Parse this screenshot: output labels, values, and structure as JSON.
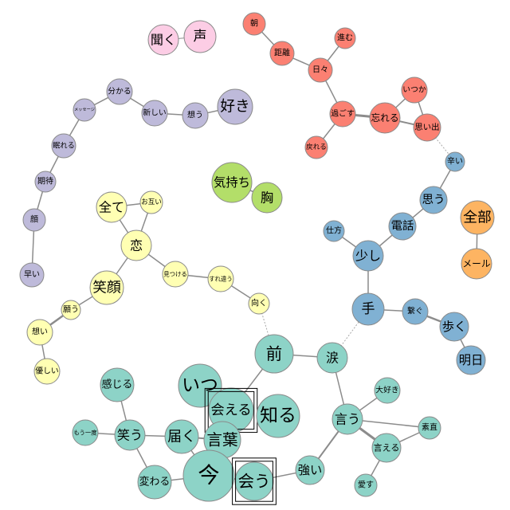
{
  "colors": {
    "teal": "#8dd3c7",
    "yellow": "#ffffb3",
    "lavender": "#bebada",
    "salmon": "#fb8072",
    "blue": "#80b1d3",
    "orange": "#fdb462",
    "green": "#b3de69",
    "pink": "#fccde5"
  },
  "nodes": [
    {
      "id": "kiku",
      "label": "聞く",
      "group": "pink"
    },
    {
      "id": "koe",
      "label": "声",
      "group": "pink"
    },
    {
      "id": "asa",
      "label": "朝",
      "group": "salmon"
    },
    {
      "id": "susumu",
      "label": "進む",
      "group": "salmon"
    },
    {
      "id": "kyori",
      "label": "距離",
      "group": "salmon"
    },
    {
      "id": "hibi",
      "label": "日々",
      "group": "salmon"
    },
    {
      "id": "itsuka",
      "label": "いつか",
      "group": "salmon"
    },
    {
      "id": "sugosu",
      "label": "過ごす",
      "group": "salmon"
    },
    {
      "id": "wasureru",
      "label": "忘れる",
      "group": "salmon"
    },
    {
      "id": "omoide",
      "label": "思い出",
      "group": "salmon"
    },
    {
      "id": "modoreru",
      "label": "戻れる",
      "group": "salmon"
    },
    {
      "id": "wakaru",
      "label": "分かる",
      "group": "lavender"
    },
    {
      "id": "message",
      "label": "メッセージ",
      "group": "lavender"
    },
    {
      "id": "atarashii",
      "label": "新しい",
      "group": "lavender"
    },
    {
      "id": "omou_l",
      "label": "想う",
      "group": "lavender"
    },
    {
      "id": "suki",
      "label": "好き",
      "group": "lavender"
    },
    {
      "id": "nemureru",
      "label": "眠れる",
      "group": "lavender"
    },
    {
      "id": "kitai",
      "label": "期待",
      "group": "lavender"
    },
    {
      "id": "kao",
      "label": "顔",
      "group": "lavender"
    },
    {
      "id": "hayai",
      "label": "早い",
      "group": "lavender"
    },
    {
      "id": "kimochi",
      "label": "気持ち",
      "group": "green"
    },
    {
      "id": "mune",
      "label": "胸",
      "group": "green"
    },
    {
      "id": "tsurai",
      "label": "辛い",
      "group": "blue"
    },
    {
      "id": "omou_b",
      "label": "思う",
      "group": "blue"
    },
    {
      "id": "denwa",
      "label": "電話",
      "group": "blue"
    },
    {
      "id": "shikata",
      "label": "仕方",
      "group": "blue"
    },
    {
      "id": "sukoshi",
      "label": "少し",
      "group": "blue"
    },
    {
      "id": "te",
      "label": "手",
      "group": "blue"
    },
    {
      "id": "tsunagu",
      "label": "繋ぐ",
      "group": "blue"
    },
    {
      "id": "aruku",
      "label": "歩く",
      "group": "blue"
    },
    {
      "id": "ashita",
      "label": "明日",
      "group": "blue"
    },
    {
      "id": "zenbu",
      "label": "全部",
      "group": "orange"
    },
    {
      "id": "mail",
      "label": "メール",
      "group": "orange"
    },
    {
      "id": "subete",
      "label": "全て",
      "group": "yellow"
    },
    {
      "id": "otagai",
      "label": "お互い",
      "group": "yellow"
    },
    {
      "id": "koi",
      "label": "恋",
      "group": "yellow"
    },
    {
      "id": "egao",
      "label": "笑顔",
      "group": "yellow"
    },
    {
      "id": "mitsukeru",
      "label": "見つける",
      "group": "yellow"
    },
    {
      "id": "surechigau",
      "label": "すれ違う",
      "group": "yellow"
    },
    {
      "id": "negau",
      "label": "願う",
      "group": "yellow"
    },
    {
      "id": "omoi",
      "label": "想い",
      "group": "yellow"
    },
    {
      "id": "muku",
      "label": "向く",
      "group": "yellow"
    },
    {
      "id": "yasashii",
      "label": "優しい",
      "group": "yellow"
    },
    {
      "id": "mae",
      "label": "前",
      "group": "teal"
    },
    {
      "id": "namida",
      "label": "涙",
      "group": "teal"
    },
    {
      "id": "itsu",
      "label": "いつ",
      "group": "teal"
    },
    {
      "id": "kanjiru",
      "label": "感じる",
      "group": "teal"
    },
    {
      "id": "daisuki",
      "label": "大好き",
      "group": "teal"
    },
    {
      "id": "aeru",
      "label": "会える",
      "group": "teal",
      "framed": true
    },
    {
      "id": "shiru",
      "label": "知る",
      "group": "teal"
    },
    {
      "id": "iu",
      "label": "言う",
      "group": "teal"
    },
    {
      "id": "sunao",
      "label": "素直",
      "group": "teal"
    },
    {
      "id": "moichido",
      "label": "もう一度",
      "group": "teal"
    },
    {
      "id": "warau",
      "label": "笑う",
      "group": "teal"
    },
    {
      "id": "todoku",
      "label": "届く",
      "group": "teal"
    },
    {
      "id": "kotoba",
      "label": "言葉",
      "group": "teal"
    },
    {
      "id": "ieru",
      "label": "言える",
      "group": "teal"
    },
    {
      "id": "ima",
      "label": "今",
      "group": "teal"
    },
    {
      "id": "tsuyoi",
      "label": "強い",
      "group": "teal"
    },
    {
      "id": "kawaru",
      "label": "変わる",
      "group": "teal"
    },
    {
      "id": "au",
      "label": "会う",
      "group": "teal",
      "framed": true
    },
    {
      "id": "aisu",
      "label": "愛す",
      "group": "teal"
    }
  ],
  "edges": [
    [
      "kiku",
      "koe",
      1,
      "solid"
    ],
    [
      "asa",
      "kyori",
      1.5,
      "solid"
    ],
    [
      "kyori",
      "hibi",
      1.5,
      "solid"
    ],
    [
      "hibi",
      "susumu",
      1.5,
      "solid"
    ],
    [
      "hibi",
      "sugosu",
      1.5,
      "solid"
    ],
    [
      "sugosu",
      "modoreru",
      1.5,
      "solid"
    ],
    [
      "sugosu",
      "wasureru",
      3,
      "solid"
    ],
    [
      "wasureru",
      "itsuka",
      1.5,
      "solid"
    ],
    [
      "wasureru",
      "omoide",
      2,
      "solid"
    ],
    [
      "itsuka",
      "omoide",
      1.5,
      "solid"
    ],
    [
      "wakaru",
      "message",
      1.5,
      "solid"
    ],
    [
      "wakaru",
      "atarashii",
      1.5,
      "solid"
    ],
    [
      "atarashii",
      "omou_l",
      1.5,
      "solid"
    ],
    [
      "omou_l",
      "suki",
      1.5,
      "solid"
    ],
    [
      "message",
      "nemureru",
      1.5,
      "solid"
    ],
    [
      "nemureru",
      "kitai",
      1.5,
      "solid"
    ],
    [
      "kitai",
      "kao",
      1.5,
      "solid"
    ],
    [
      "kao",
      "hayai",
      1.5,
      "solid"
    ],
    [
      "kimochi",
      "mune",
      1.5,
      "solid"
    ],
    [
      "omoide",
      "tsurai",
      1,
      "dotted"
    ],
    [
      "tsurai",
      "omou_b",
      1.5,
      "solid"
    ],
    [
      "omou_b",
      "denwa",
      1.5,
      "solid"
    ],
    [
      "denwa",
      "sukoshi",
      1.5,
      "solid"
    ],
    [
      "shikata",
      "sukoshi",
      1.5,
      "solid"
    ],
    [
      "sukoshi",
      "te",
      1.5,
      "solid"
    ],
    [
      "te",
      "tsunagu",
      1.5,
      "solid"
    ],
    [
      "tsunagu",
      "aruku",
      2.5,
      "solid"
    ],
    [
      "aruku",
      "ashita",
      1.5,
      "solid"
    ],
    [
      "zenbu",
      "mail",
      1.5,
      "solid"
    ],
    [
      "subete",
      "otagai",
      1.5,
      "solid"
    ],
    [
      "subete",
      "koi",
      1.5,
      "solid"
    ],
    [
      "otagai",
      "koi",
      1.5,
      "solid"
    ],
    [
      "koi",
      "egao",
      1.5,
      "solid"
    ],
    [
      "koi",
      "mitsukeru",
      1.5,
      "solid"
    ],
    [
      "mitsukeru",
      "surechigau",
      1.5,
      "solid"
    ],
    [
      "surechigau",
      "muku",
      1.5,
      "solid"
    ],
    [
      "egao",
      "negau",
      1.5,
      "solid"
    ],
    [
      "negau",
      "omoi",
      2.5,
      "solid"
    ],
    [
      "omoi",
      "yasashii",
      1.5,
      "solid"
    ],
    [
      "muku",
      "mae",
      1,
      "dotted"
    ],
    [
      "te",
      "namida",
      1,
      "dotted"
    ],
    [
      "mae",
      "namida",
      1.5,
      "solid"
    ],
    [
      "mae",
      "aeru",
      1.5,
      "solid"
    ],
    [
      "namida",
      "iu",
      1.5,
      "solid"
    ],
    [
      "iu",
      "daisuki",
      1.5,
      "solid"
    ],
    [
      "iu",
      "sunao",
      1.5,
      "solid"
    ],
    [
      "iu",
      "ieru",
      3,
      "solid"
    ],
    [
      "ieru",
      "sunao",
      1.5,
      "solid"
    ],
    [
      "ieru",
      "aisu",
      1.5,
      "solid"
    ],
    [
      "iu",
      "tsuyoi",
      2,
      "solid"
    ],
    [
      "tsuyoi",
      "au",
      1.5,
      "solid"
    ],
    [
      "ima",
      "au",
      2,
      "solid"
    ],
    [
      "ima",
      "kotoba",
      2,
      "solid"
    ],
    [
      "ima",
      "kawaru",
      1.5,
      "solid"
    ],
    [
      "ima",
      "todoku",
      1.5,
      "solid"
    ],
    [
      "todoku",
      "kotoba",
      2,
      "solid"
    ],
    [
      "todoku",
      "warau",
      1.5,
      "solid"
    ],
    [
      "warau",
      "kanjiru",
      1.5,
      "solid"
    ],
    [
      "warau",
      "moichido",
      1.5,
      "solid"
    ],
    [
      "warau",
      "kawaru",
      1.5,
      "solid"
    ],
    [
      "itsu",
      "aeru",
      3,
      "solid"
    ],
    [
      "aeru",
      "kotoba",
      1.5,
      "solid"
    ]
  ]
}
